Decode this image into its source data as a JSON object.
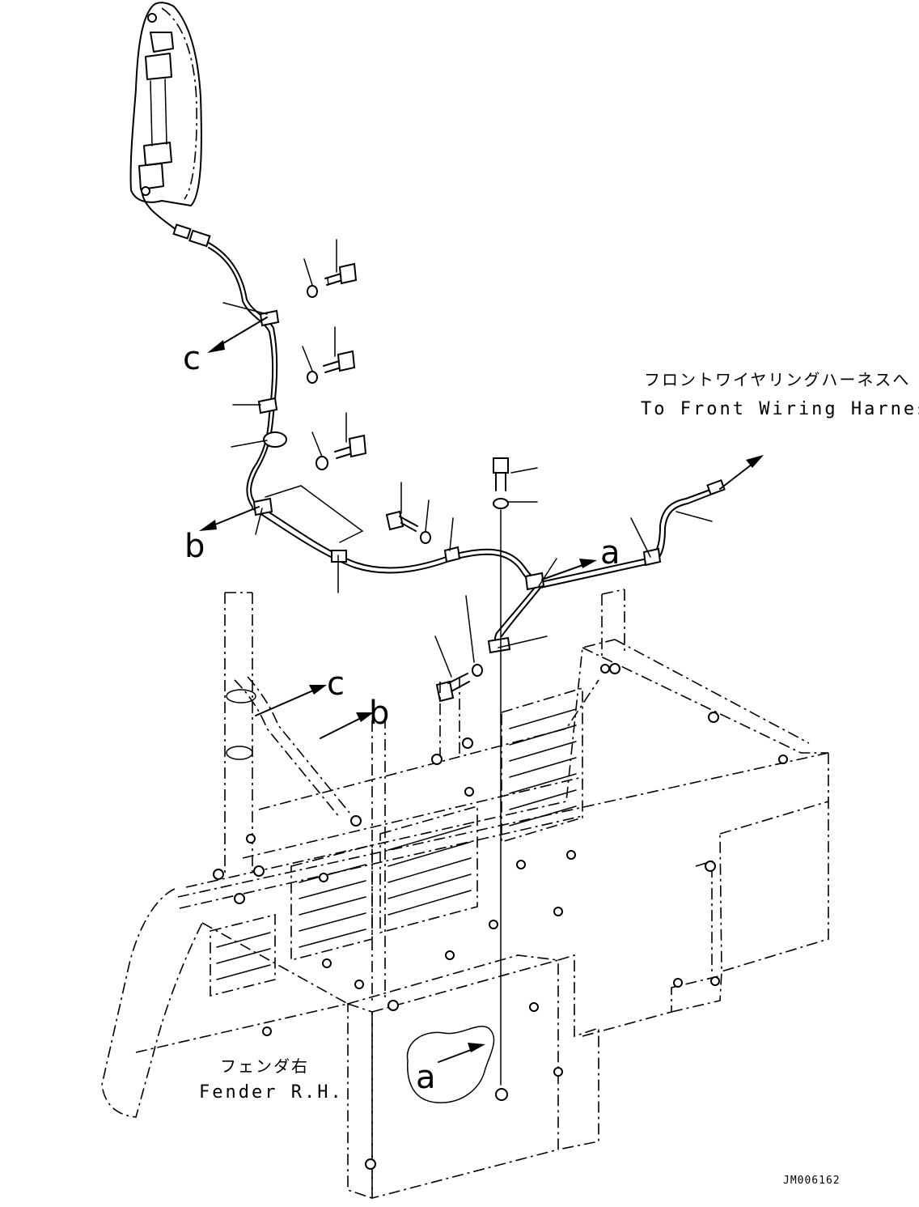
{
  "callouts": {
    "to_front_harness_jp": "フロントワイヤリングハーネスへ",
    "to_front_harness_en": "To Front Wiring Harness",
    "fender_jp": "フェンダ右",
    "fender_en": "Fender R.H."
  },
  "reference_letters": {
    "c_upper": "c",
    "b_upper": "b",
    "a_upper": "a",
    "c_lower": "c",
    "b_lower": "b",
    "a_lower": "a"
  },
  "drawing_code": "JM006162"
}
